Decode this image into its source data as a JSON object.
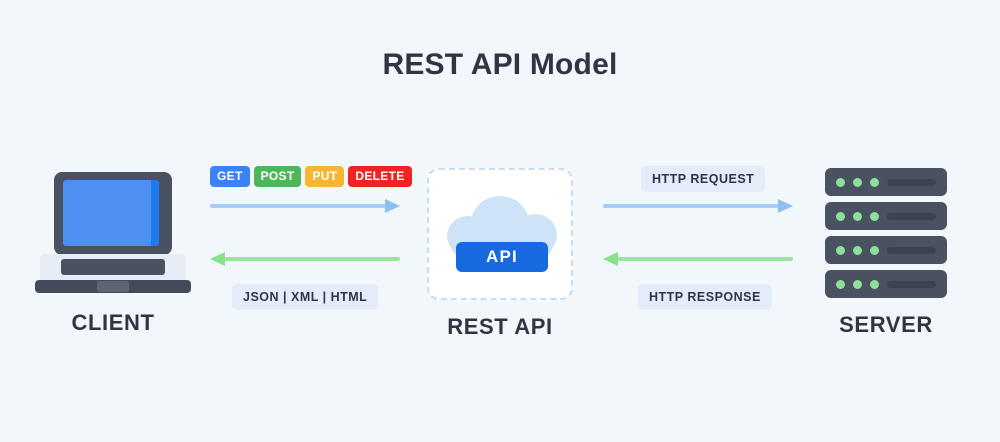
{
  "title": "REST API Model",
  "background_color": "#f2f7fc",
  "title_color": "#2f3545",
  "nodes": {
    "client": {
      "label": "CLIENT",
      "icon": "laptop-icon"
    },
    "rest_api": {
      "label": "REST API",
      "icon": "cloud-icon",
      "badge": "API",
      "badge_color": "#1769e0"
    },
    "server": {
      "label": "SERVER",
      "icon": "server-rack-icon",
      "led_color": "#8ce09a",
      "rack_count": 4,
      "leds_per_rack": 3
    }
  },
  "http_methods": [
    {
      "label": "GET",
      "color": "#3b82f6"
    },
    {
      "label": "POST",
      "color": "#4cb758"
    },
    {
      "label": "PUT",
      "color": "#f5b731"
    },
    {
      "label": "DELETE",
      "color": "#f02222"
    }
  ],
  "response_formats": "JSON | XML | HTML",
  "server_labels": {
    "request": "HTTP REQUEST",
    "response": "HTTP RESPONSE"
  },
  "arrows": {
    "request_color": "#a5cdf5",
    "response_color": "#96e79b",
    "client_request_direction": "right",
    "client_response_direction": "left",
    "server_request_direction": "right",
    "server_response_direction": "left"
  }
}
